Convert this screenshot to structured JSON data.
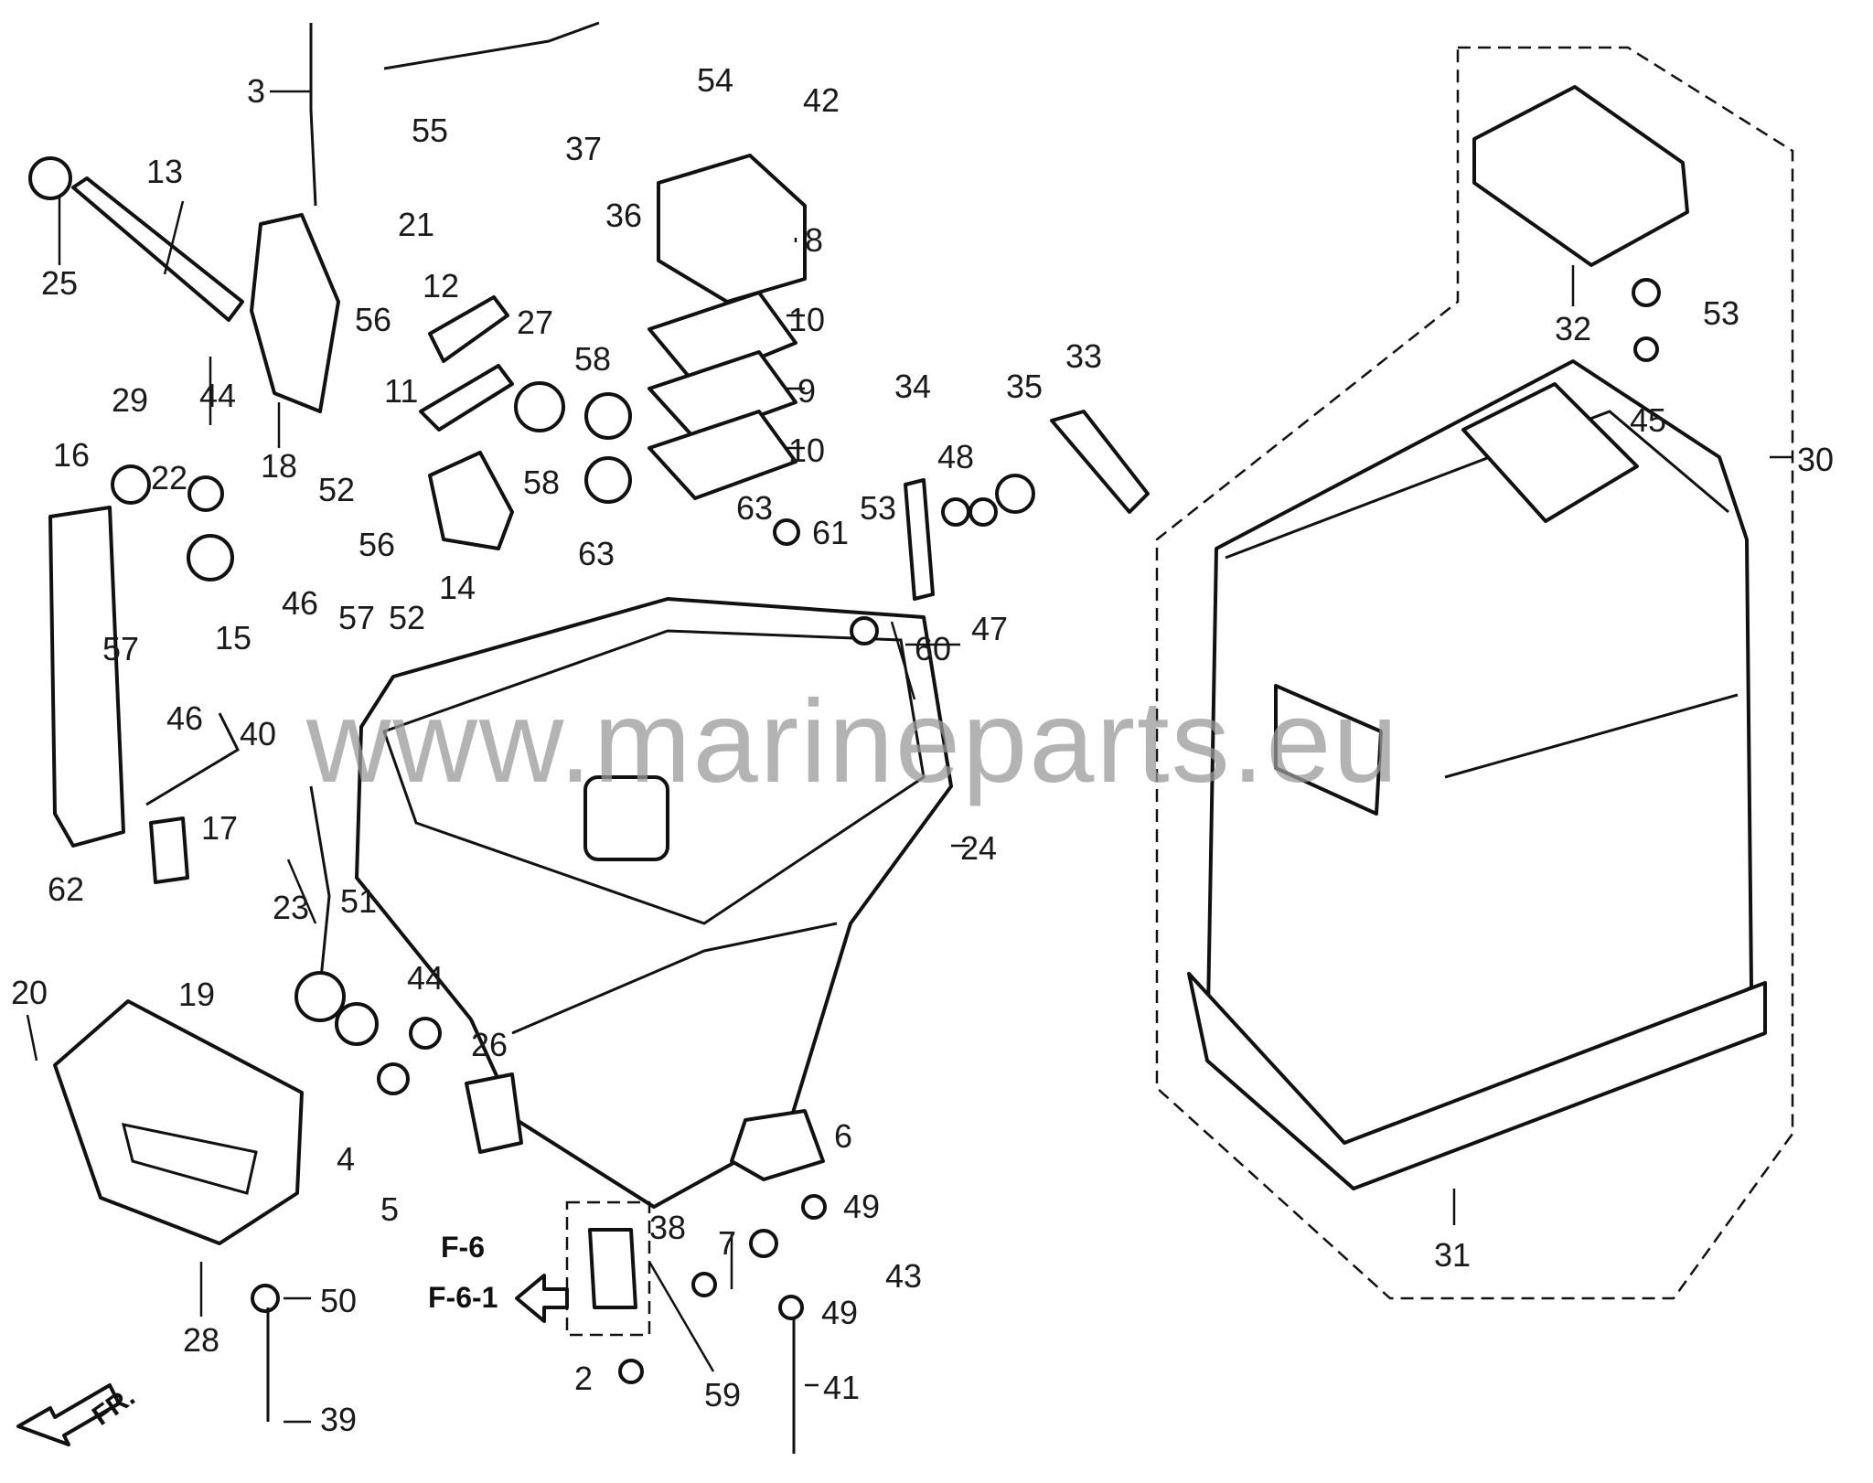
{
  "watermark": "www.marineparts.eu",
  "direction_label": "FR.",
  "reference_labels": [
    "F-6",
    "F-6-1"
  ],
  "callouts": [
    "2",
    "3",
    "4",
    "5",
    "6",
    "7",
    "8",
    "9",
    "10",
    "10",
    "11",
    "12",
    "13",
    "14",
    "15",
    "16",
    "17",
    "18",
    "19",
    "20",
    "21",
    "22",
    "23",
    "24",
    "25",
    "26",
    "27",
    "28",
    "29",
    "30",
    "31",
    "32",
    "33",
    "34",
    "35",
    "36",
    "37",
    "38",
    "39",
    "40",
    "41",
    "42",
    "43",
    "44",
    "44",
    "45",
    "46",
    "46",
    "47",
    "48",
    "49",
    "49",
    "50",
    "51",
    "52",
    "52",
    "53",
    "53",
    "54",
    "55",
    "56",
    "56",
    "57",
    "57",
    "58",
    "58",
    "59",
    "60",
    "61",
    "62",
    "63",
    "63"
  ]
}
